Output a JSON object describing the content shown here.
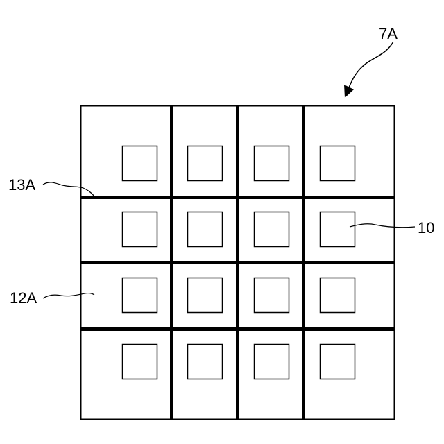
{
  "labels": {
    "assembly": "7A",
    "grid_line": "13A",
    "cell": "12A",
    "element": "10"
  },
  "grid": {
    "rows": 4,
    "columns": 4,
    "elements_per_cell": 1
  },
  "colors": {
    "line": "#000000",
    "background": "#ffffff"
  }
}
